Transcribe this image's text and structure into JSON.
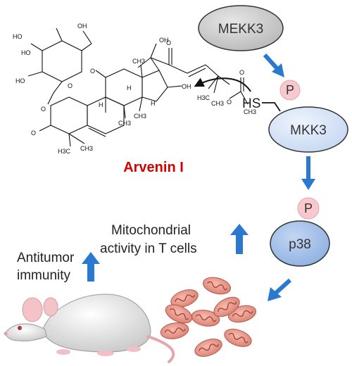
{
  "compound": {
    "name": "Arvenin I",
    "name_color": "#d40000",
    "atom_labels": {
      "ho_top": "HO",
      "oh_top": "OH",
      "ho_mid": "HO",
      "ho_left": "HO",
      "o_ring": "O",
      "o_glyco": "O",
      "o_keto_left": "O",
      "o_keto_mid": "O",
      "h3c_a": "H3C",
      "ch3_a": "CH3",
      "h_1": "H",
      "h_2": "H",
      "h_3": "H",
      "ch3_b": "CH3",
      "ch3_c": "CH3",
      "ch3_d": "CH3",
      "oh_side": "OH",
      "oh_ring": "OH",
      "o_side_keto": "O",
      "h3c_side": "H3C",
      "ch3_side": "CH3",
      "o_ester": "O",
      "o_acetyl": "O",
      "ch3_acetyl": "CH3"
    }
  },
  "pathway": {
    "mekk3": "MEKK3",
    "mkk3": "MKK3",
    "p38": "p38",
    "phospho_1": "P",
    "phospho_2": "P",
    "thiol": "HS",
    "colors": {
      "mekk3_fill": "#c8c8c8",
      "mkk3_fill": "#d6e4f7",
      "p38_fill": "#a6c2ea",
      "phospho_fill": "#f7c9ce",
      "arrow": "#2979d0"
    }
  },
  "effects": {
    "mito_label_line1": "Mitochondrial",
    "mito_label_line2": "activity in T cells",
    "immunity_line1": "Antitumor",
    "immunity_line2": "immunity"
  },
  "mitochondria_count": 9
}
